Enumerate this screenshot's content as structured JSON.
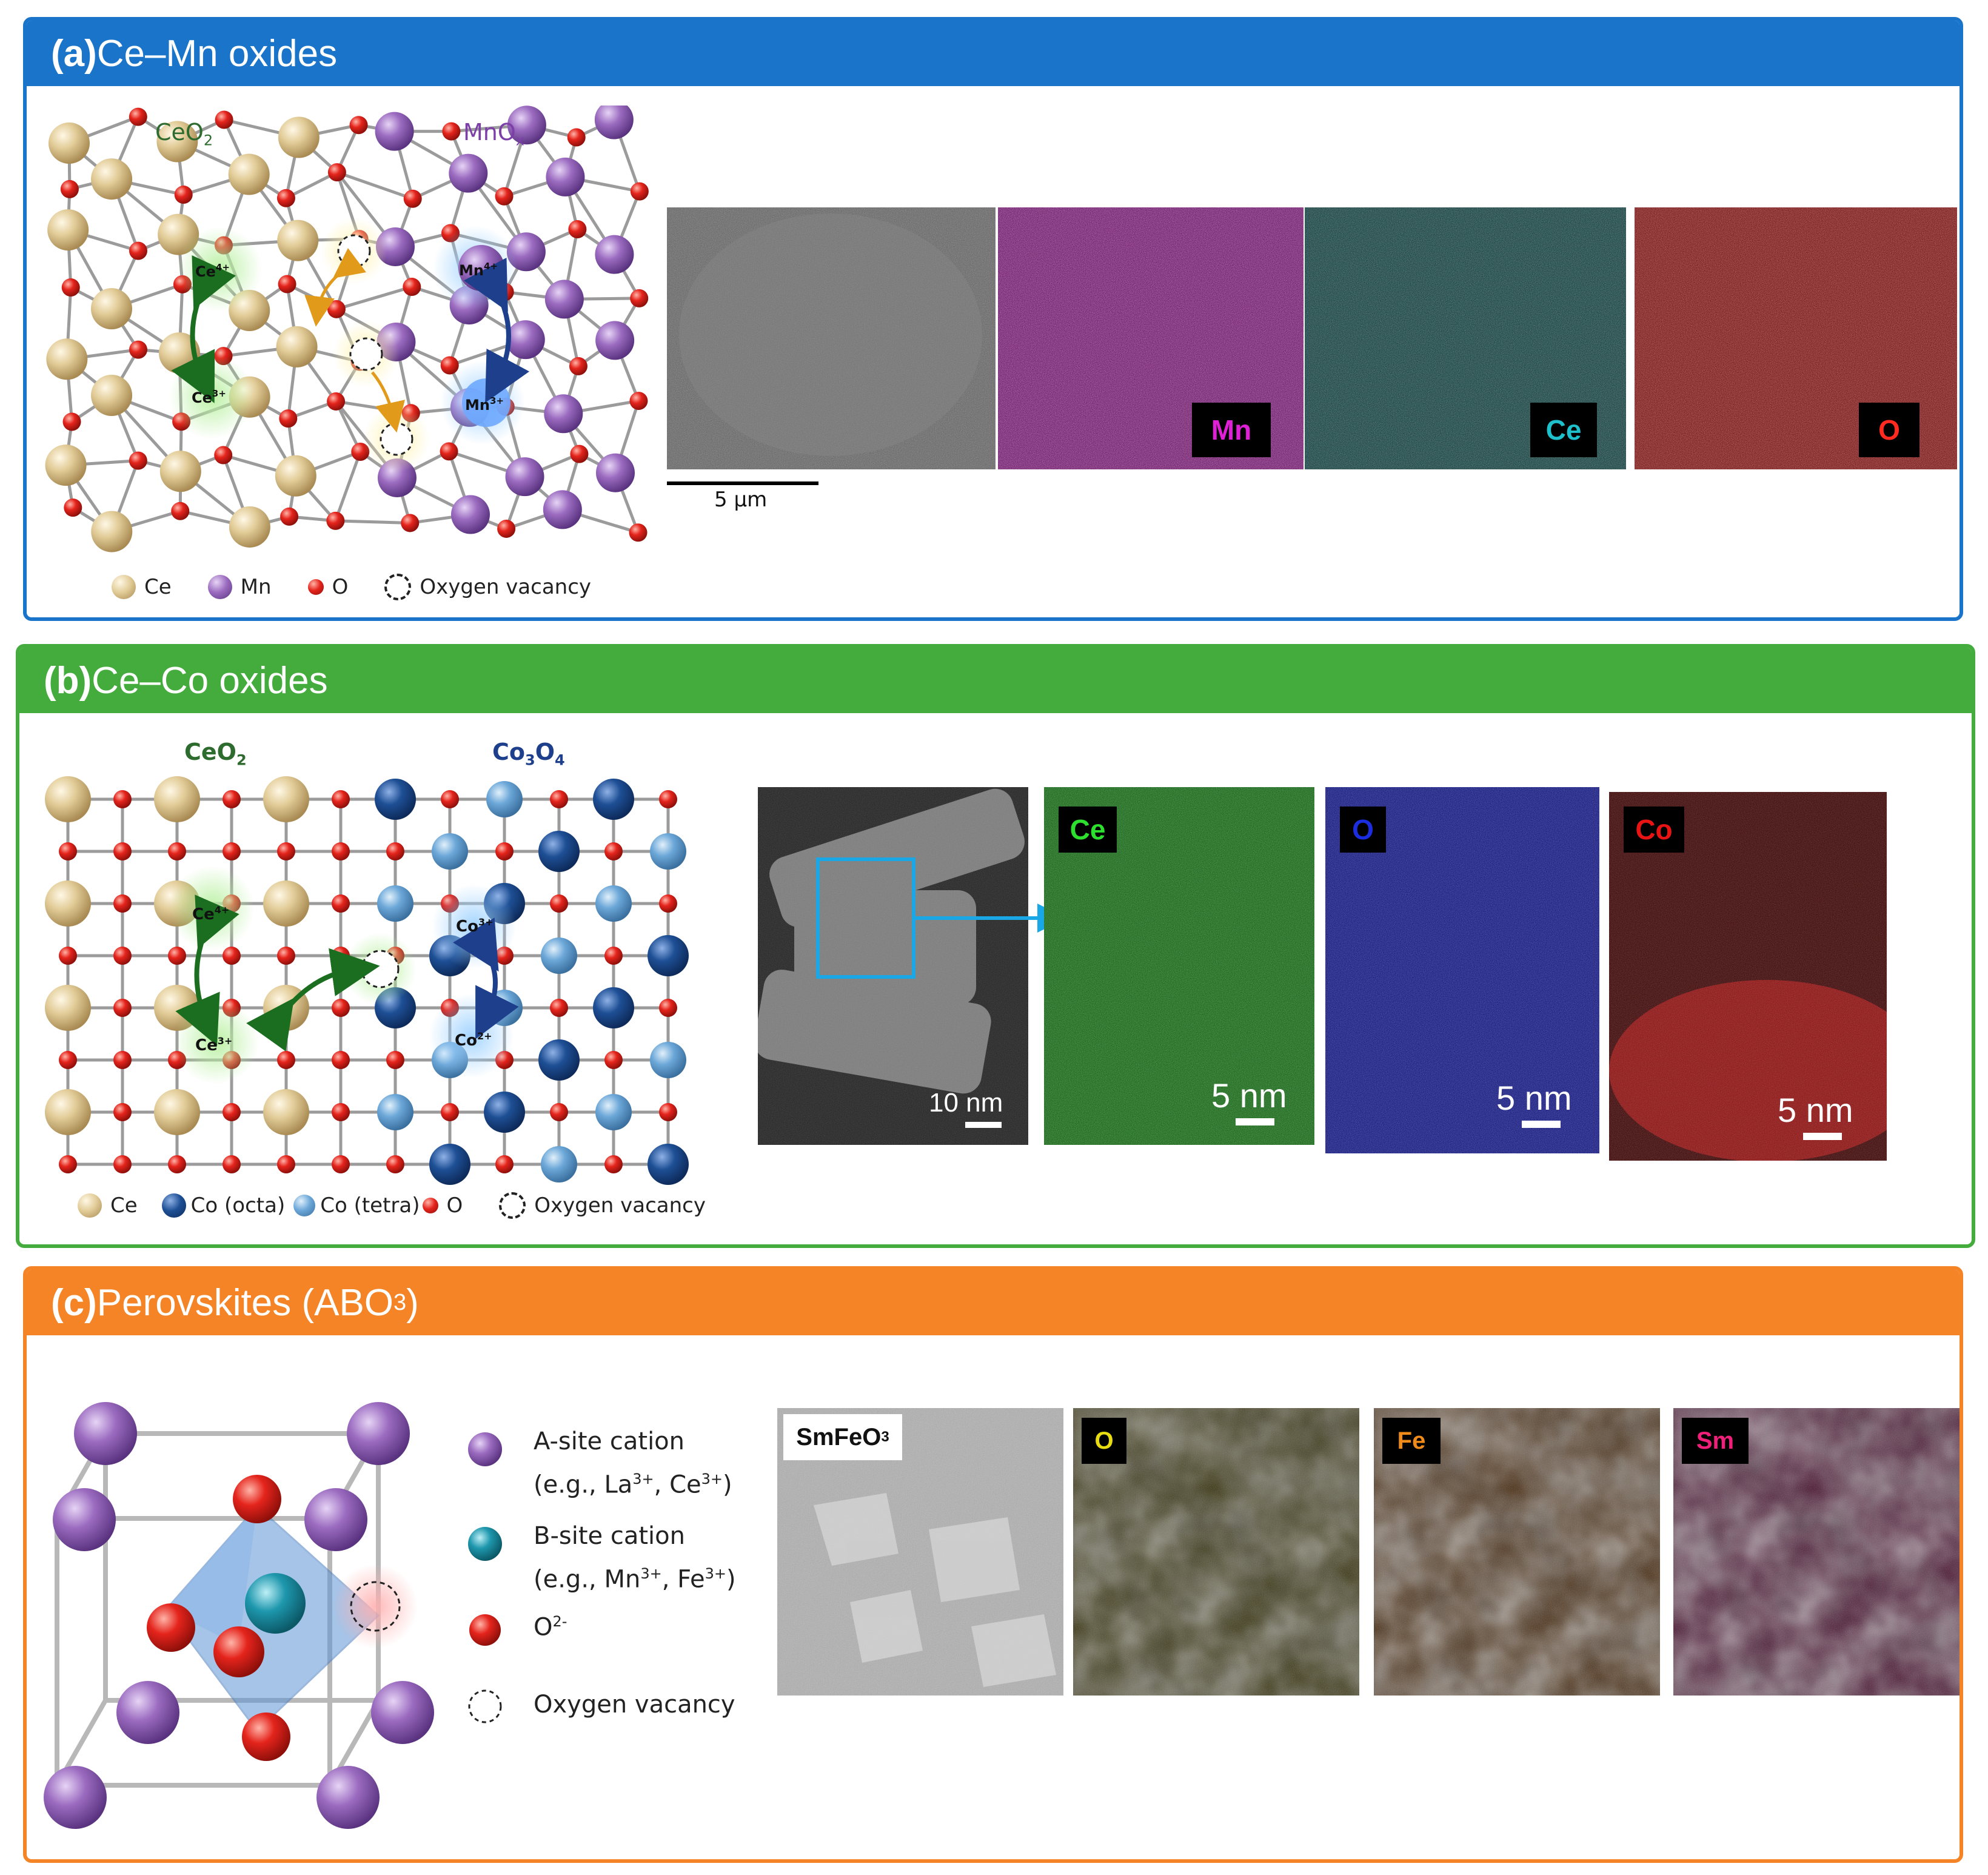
{
  "colors": {
    "panel_a": "#1a74c9",
    "panel_b": "#43ac3c",
    "panel_c": "#f58426",
    "ce_atom": "#e2cc98",
    "mn_atom": "#9b6bc0",
    "o_atom": "#e4241c",
    "co_octa": "#1e4f95",
    "co_tetra": "#6ba7d8",
    "a_site": "#9a5bc0",
    "b_site": "#1e97ad"
  },
  "panel_a": {
    "label": "(a)",
    "title": " Ce–Mn oxides",
    "struct": {
      "ceo2": "CeO",
      "ceo2_sub": "2",
      "mnox": "MnO",
      "mnox_sub": "x",
      "ce4": "Ce",
      "ce4_sup": "4+",
      "ce3": "Ce",
      "ce3_sup": "3+",
      "mn4": "Mn",
      "mn4_sup": "4+",
      "mn3": "Mn",
      "mn3_sup": "3+"
    },
    "scalebar": "5 μm",
    "maps": [
      "Mn",
      "Ce",
      "O"
    ],
    "legend": [
      "Ce",
      "Mn",
      "O",
      "Oxygen vacancy"
    ]
  },
  "panel_b": {
    "label": "(b)",
    "title": " Ce–Co oxides",
    "struct": {
      "ceo2": "CeO",
      "ceo2_sub": "2",
      "co3o4_a": "Co",
      "co3o4_sub1": "3",
      "co3o4_b": "O",
      "co3o4_sub2": "4",
      "ce4": "Ce",
      "ce4_sup": "4+",
      "ce3": "Ce",
      "ce3_sup": "3+",
      "co3": "Co",
      "co3_sup": "3+",
      "co2": "Co",
      "co2_sup": "2+"
    },
    "tem_scale": "10 nm",
    "maps": [
      "Ce",
      "O",
      "Co"
    ],
    "map_scale": "5 nm",
    "legend": [
      "Ce",
      "Co (octa)",
      "Co (tetra)",
      "O",
      "Oxygen vacancy"
    ]
  },
  "panel_c": {
    "label": "(c)",
    "title": " Perovskites (ABO",
    "title_sub": "3",
    "title_end": ")",
    "legend": {
      "a_site": "A-site cation",
      "a_site_eg": "(e.g., La",
      "a_site_sup1": "3+",
      "a_site_mid": ", Ce",
      "a_site_sup2": "3+",
      "a_site_end": ")",
      "b_site": "B-site cation",
      "b_site_eg": "(e.g., Mn",
      "b_site_sup1": "3+",
      "b_site_mid": ", Fe",
      "b_site_sup2": "3+",
      "b_site_end": ")",
      "o": "O",
      "o_sup": "2-",
      "vac": "Oxygen vacancy"
    },
    "sem_label": "SmFeO",
    "sem_label_sub": "3",
    "maps": [
      "O",
      "Fe",
      "Sm"
    ]
  }
}
